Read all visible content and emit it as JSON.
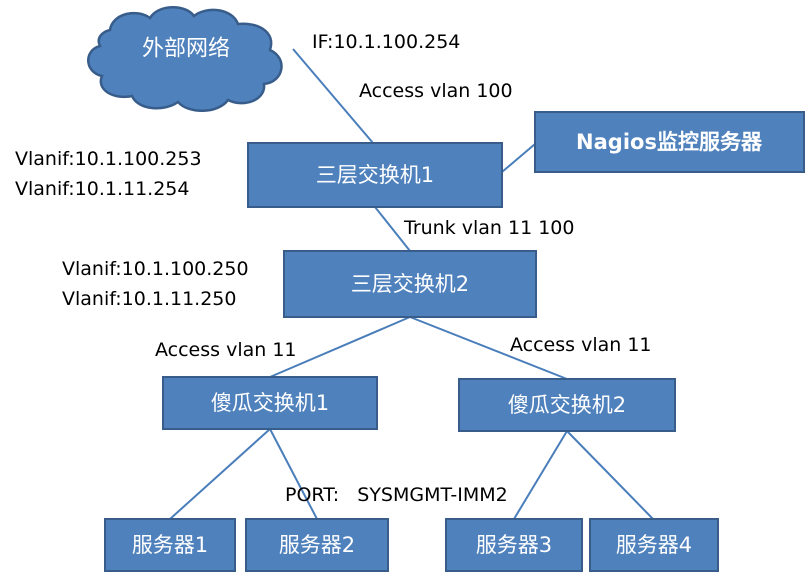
{
  "nodes": {
    "cloud": "外部网络",
    "nagios": "Nagios监控服务器",
    "switch_l3_1": "三层交换机1",
    "switch_l3_2": "三层交换机2",
    "dumb_switch_1": "傻瓜交换机1",
    "dumb_switch_2": "傻瓜交换机2",
    "server_1": "服务器1",
    "server_2": "服务器2",
    "server_3": "服务器3",
    "server_4": "服务器4"
  },
  "labels": {
    "if_ip": "IF:10.1.100.254",
    "access_vlan_100": "Access vlan 100",
    "sw1_vlanif_1": "Vlanif:10.1.100.253",
    "sw1_vlanif_2": "Vlanif:10.1.11.254",
    "trunk": "Trunk vlan 11 100",
    "sw2_vlanif_1": "Vlanif:10.1.100.250",
    "sw2_vlanif_2": "Vlanif:10.1.11.250",
    "access_vlan_11_left": "Access vlan 11",
    "access_vlan_11_right": "Access vlan 11",
    "port": "PORT:   SYSMGMT-IMM2"
  },
  "colors": {
    "box_fill": "#4f81bd",
    "box_border": "#385d8a",
    "link": "#4a7ebb",
    "text_on_box": "#ffffff",
    "label_text": "#000000"
  }
}
